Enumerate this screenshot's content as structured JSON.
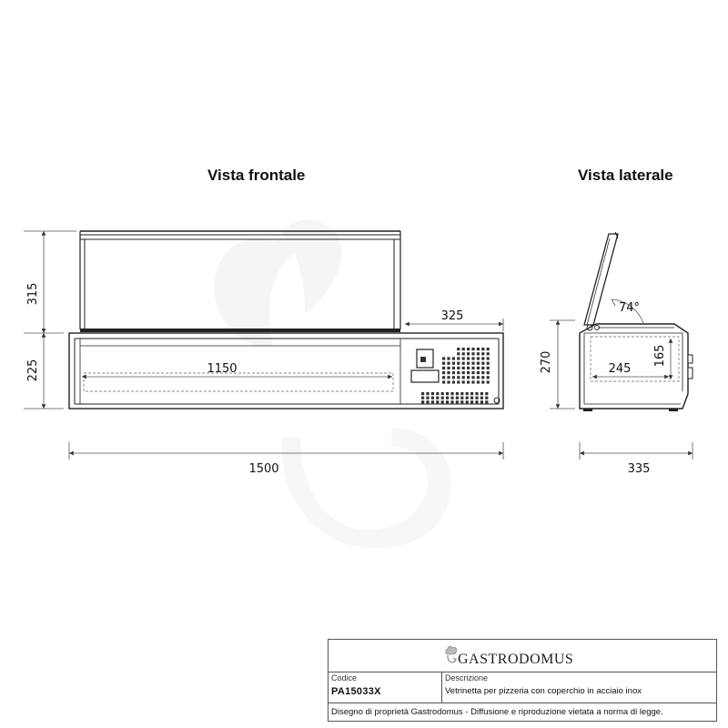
{
  "views": {
    "front_title": "Vista frontale",
    "side_title": "Vista laterale"
  },
  "dimensions": {
    "front_glass_height": "315",
    "front_body_height": "225",
    "front_control_width": "325",
    "front_inner_width": "1150",
    "front_total_width": "1500",
    "side_angle": "74°",
    "side_height": "270",
    "side_inner_height": "165",
    "side_inner_depth": "245",
    "side_total_depth": "335"
  },
  "title_block": {
    "brand": "GASTRODOMUS",
    "code_label": "Codice",
    "code_value": "PA15033X",
    "description_label": "Descrizione",
    "description_value": "Vetrinetta per pizzeria con coperchio in acciaio inox",
    "footer": "Disegno di proprietà Gastrodomus - Diffusione e riproduzione vietata a norma di legge."
  },
  "colors": {
    "line": "#222222",
    "watermark": "#eeeeee"
  },
  "icons": [
    "chef-hat-logo-icon",
    "watermark-logo-icon"
  ]
}
